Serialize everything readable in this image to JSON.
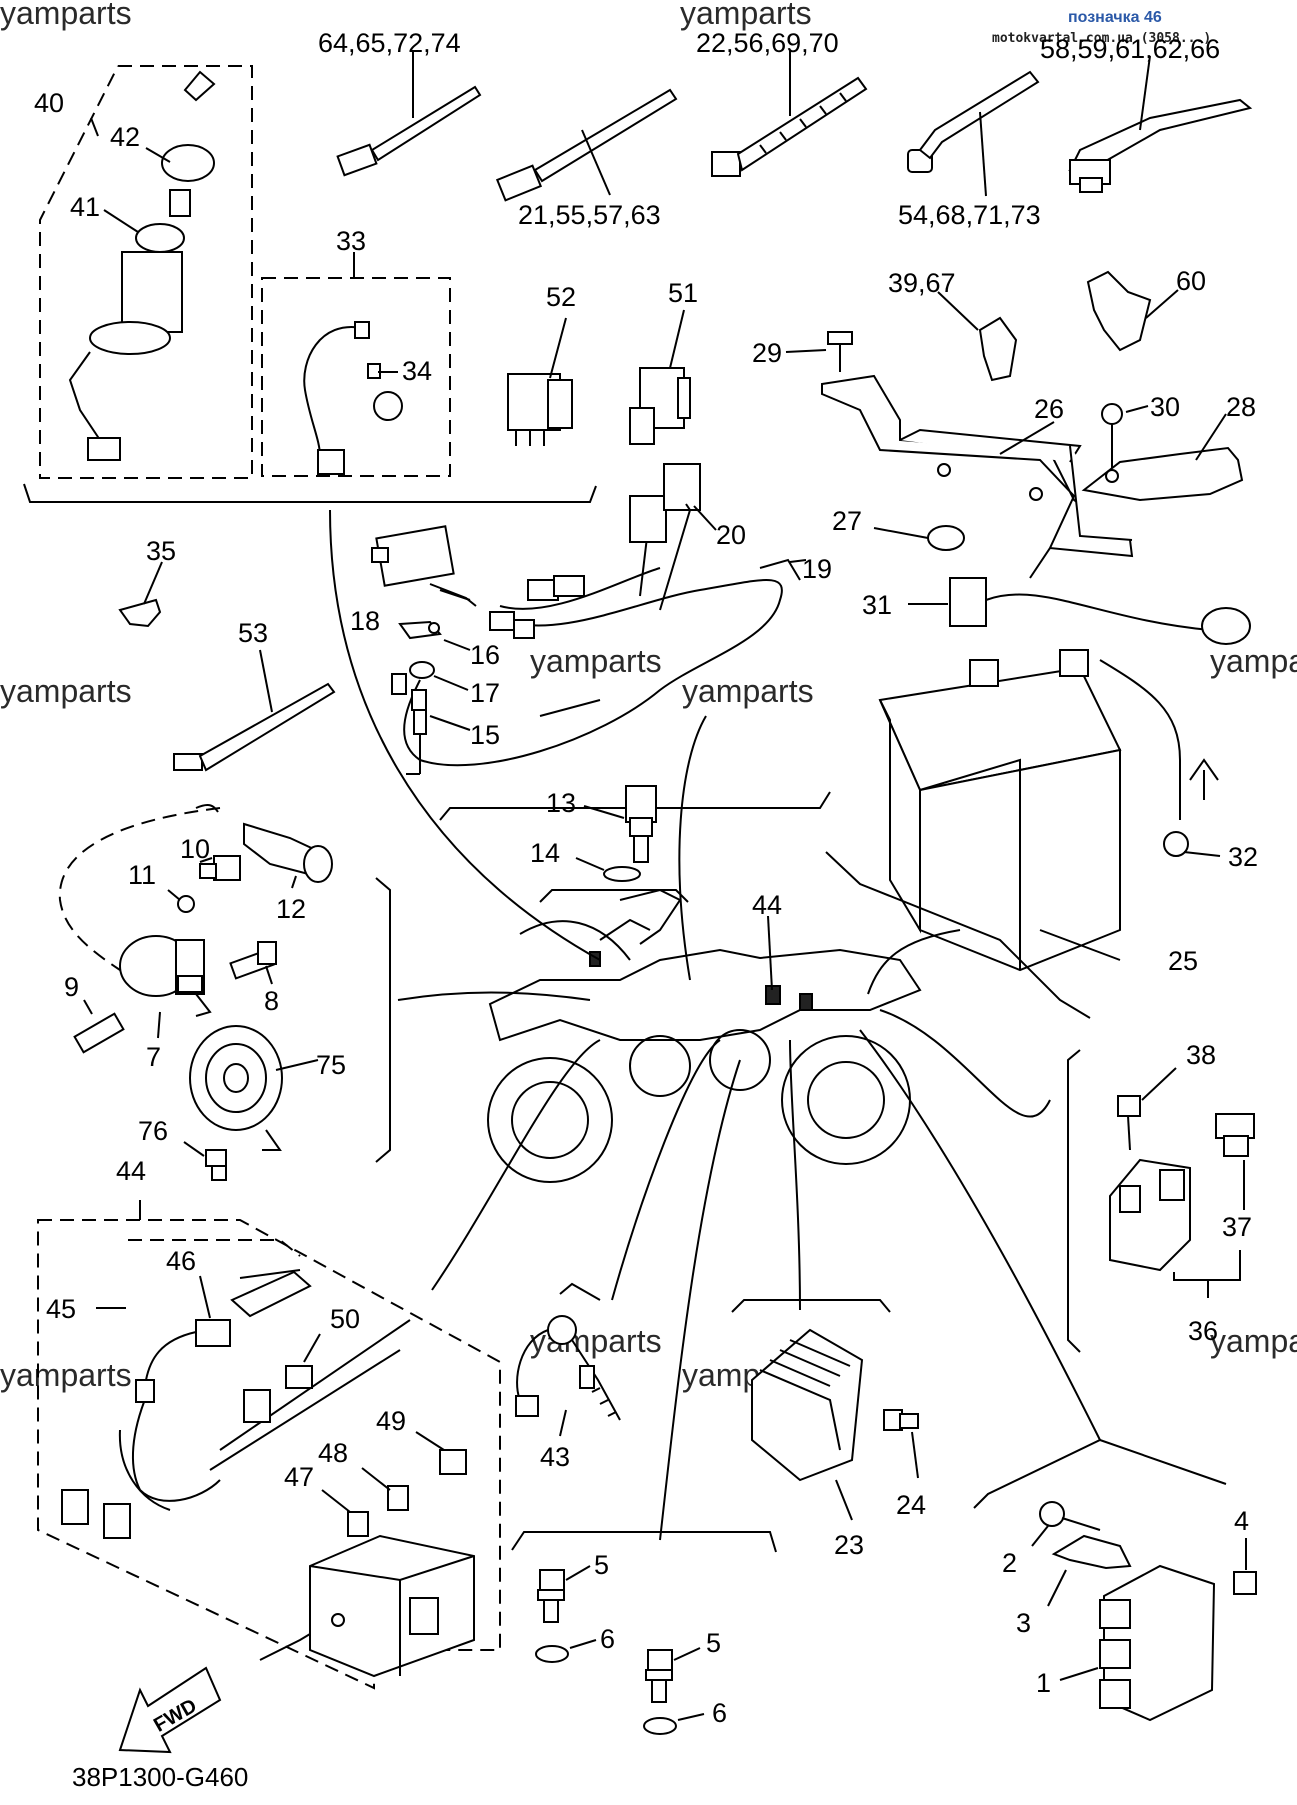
{
  "header": {
    "title": "позначка 46",
    "site": "motokvartal.com.ua (3058...)"
  },
  "watermark": "yamparts",
  "diagram_code": "38P1300-G460",
  "fwd_label": "FWD",
  "callouts": {
    "c1": "1",
    "c2": "2",
    "c3": "3",
    "c4": "4",
    "c5a": "5",
    "c5b": "5",
    "c6a": "6",
    "c6b": "6",
    "c7": "7",
    "c8": "8",
    "c9": "9",
    "c10": "10",
    "c11": "11",
    "c12": "12",
    "c13": "13",
    "c14": "14",
    "c15": "15",
    "c16": "16",
    "c17": "17",
    "c18": "18",
    "c19": "19",
    "c20": "20",
    "c21": "21,55,57,63",
    "c22": "22,56,69,70",
    "c23": "23",
    "c24": "24",
    "c25": "25",
    "c26": "26",
    "c27": "27",
    "c28": "28",
    "c29": "29",
    "c30": "30",
    "c31": "31",
    "c32": "32",
    "c33": "33",
    "c34": "34",
    "c35": "35",
    "c36": "36",
    "c37": "37",
    "c38": "38",
    "c39": "39,67",
    "c40": "40",
    "c41": "41",
    "c42": "42",
    "c43": "43",
    "c44a": "44",
    "c44b": "44",
    "c45": "45",
    "c46": "46",
    "c47": "47",
    "c48": "48",
    "c49": "49",
    "c50": "50",
    "c51": "51",
    "c52": "52",
    "c53": "53",
    "c54": "54,68,71,73",
    "c58": "58,59,61,62,66",
    "c60": "60",
    "c64": "64,65,72,74",
    "c75": "75",
    "c76": "76"
  }
}
